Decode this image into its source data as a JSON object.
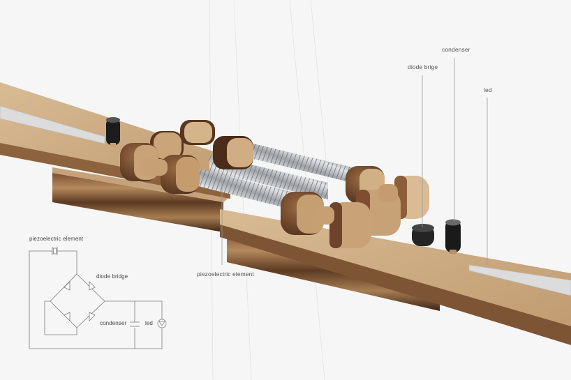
{
  "callouts": {
    "condenser": "condenser",
    "diode_brige": "diode brige",
    "led": "led",
    "piezoelectric_element": "piezoelectric element"
  },
  "schematic": {
    "piezoelectric_element": "piezoelectric element",
    "diode_bridge": "diode bridge",
    "condenser": "condenser",
    "led": "led"
  },
  "colors": {
    "background": "#f6f6f6",
    "wood_top": "#c8a77e",
    "wood_edge_dark": "#4a2e1c",
    "slot": "#dcdcdc",
    "spring": "#b9bcc0",
    "component_black": "#1c1c1c",
    "schematic_line": "#7a7a7a"
  }
}
